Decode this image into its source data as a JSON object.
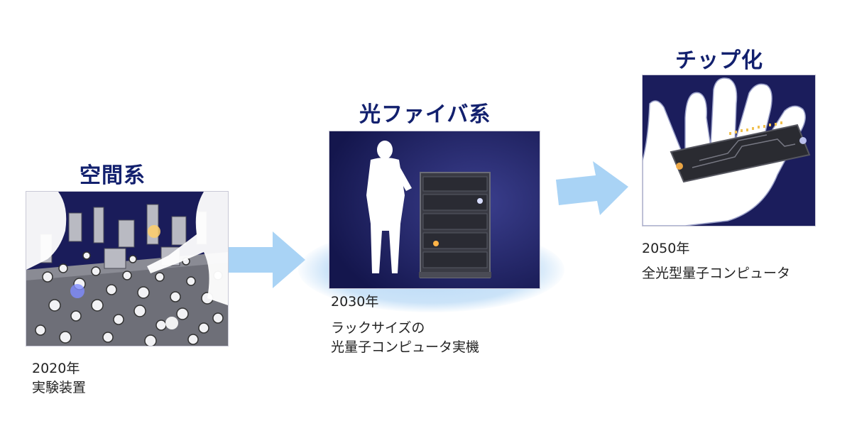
{
  "stages": [
    {
      "title": "空間系",
      "year": "2020年",
      "description": [
        "実験装置"
      ]
    },
    {
      "title": "光ファイバ系",
      "year": "2030年",
      "description": [
        "ラックサイズの",
        "光量子コンピュータ実機"
      ]
    },
    {
      "title": "チップ化",
      "year": "2050年",
      "description": [
        "全光型量子コンピュータ"
      ]
    }
  ],
  "colors": {
    "title": "#12206e",
    "panel_background": "#181a55",
    "arrow": "#a9d3f5",
    "glow": "#bcdcf7"
  },
  "icons": [
    "people-silhouette-icon",
    "optical-table-icon",
    "person-silhouette-icon",
    "server-rack-icon",
    "hand-icon",
    "photonic-chip-icon",
    "arrow-right-icon"
  ]
}
